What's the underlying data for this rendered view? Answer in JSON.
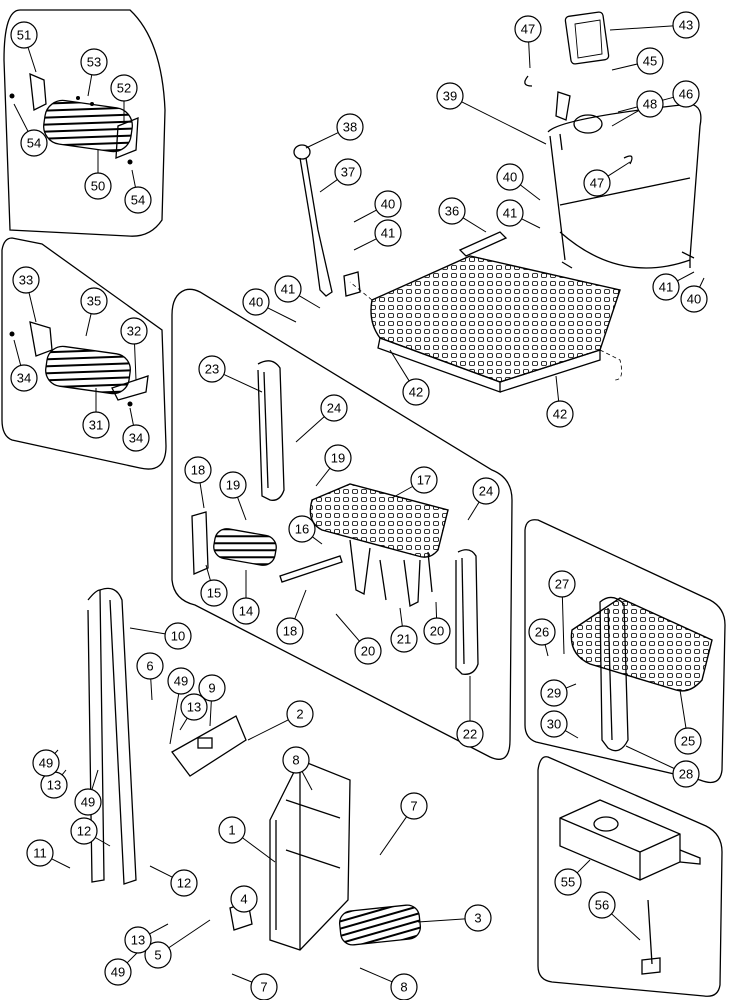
{
  "callouts": [
    {
      "id": "1",
      "label": "1"
    },
    {
      "id": "2",
      "label": "2"
    },
    {
      "id": "3",
      "label": "3"
    },
    {
      "id": "4",
      "label": "4"
    },
    {
      "id": "5",
      "label": "5"
    },
    {
      "id": "6",
      "label": "6"
    },
    {
      "id": "7a",
      "label": "7"
    },
    {
      "id": "7b",
      "label": "7"
    },
    {
      "id": "8a",
      "label": "8"
    },
    {
      "id": "8b",
      "label": "8"
    },
    {
      "id": "9",
      "label": "9"
    },
    {
      "id": "10",
      "label": "10"
    },
    {
      "id": "11",
      "label": "11"
    },
    {
      "id": "12a",
      "label": "12"
    },
    {
      "id": "12b",
      "label": "12"
    },
    {
      "id": "13a",
      "label": "13"
    },
    {
      "id": "13b",
      "label": "13"
    },
    {
      "id": "13c",
      "label": "13"
    },
    {
      "id": "14",
      "label": "14"
    },
    {
      "id": "15",
      "label": "15"
    },
    {
      "id": "16",
      "label": "16"
    },
    {
      "id": "17",
      "label": "17"
    },
    {
      "id": "18a",
      "label": "18"
    },
    {
      "id": "18b",
      "label": "18"
    },
    {
      "id": "19a",
      "label": "19"
    },
    {
      "id": "19b",
      "label": "19"
    },
    {
      "id": "20a",
      "label": "20"
    },
    {
      "id": "20b",
      "label": "20"
    },
    {
      "id": "21",
      "label": "21"
    },
    {
      "id": "22",
      "label": "22"
    },
    {
      "id": "23",
      "label": "23"
    },
    {
      "id": "24a",
      "label": "24"
    },
    {
      "id": "24b",
      "label": "24"
    },
    {
      "id": "25",
      "label": "25"
    },
    {
      "id": "26",
      "label": "26"
    },
    {
      "id": "27",
      "label": "27"
    },
    {
      "id": "28",
      "label": "28"
    },
    {
      "id": "29",
      "label": "29"
    },
    {
      "id": "30",
      "label": "30"
    },
    {
      "id": "31",
      "label": "31"
    },
    {
      "id": "32",
      "label": "32"
    },
    {
      "id": "33",
      "label": "33"
    },
    {
      "id": "34a",
      "label": "34"
    },
    {
      "id": "34b",
      "label": "34"
    },
    {
      "id": "35",
      "label": "35"
    },
    {
      "id": "36",
      "label": "36"
    },
    {
      "id": "37",
      "label": "37"
    },
    {
      "id": "38",
      "label": "38"
    },
    {
      "id": "39",
      "label": "39"
    },
    {
      "id": "40a",
      "label": "40"
    },
    {
      "id": "40b",
      "label": "40"
    },
    {
      "id": "40c",
      "label": "40"
    },
    {
      "id": "40d",
      "label": "40"
    },
    {
      "id": "41a",
      "label": "41"
    },
    {
      "id": "41b",
      "label": "41"
    },
    {
      "id": "41c",
      "label": "41"
    },
    {
      "id": "41d",
      "label": "41"
    },
    {
      "id": "42a",
      "label": "42"
    },
    {
      "id": "42b",
      "label": "42"
    },
    {
      "id": "43",
      "label": "43"
    },
    {
      "id": "45",
      "label": "45"
    },
    {
      "id": "46",
      "label": "46"
    },
    {
      "id": "47a",
      "label": "47"
    },
    {
      "id": "47b",
      "label": "47"
    },
    {
      "id": "48",
      "label": "48"
    },
    {
      "id": "49a",
      "label": "49"
    },
    {
      "id": "49b",
      "label": "49"
    },
    {
      "id": "49c",
      "label": "49"
    },
    {
      "id": "49d",
      "label": "49"
    },
    {
      "id": "50",
      "label": "50"
    },
    {
      "id": "51",
      "label": "51"
    },
    {
      "id": "52",
      "label": "52"
    },
    {
      "id": "53",
      "label": "53"
    },
    {
      "id": "54a",
      "label": "54"
    },
    {
      "id": "54b",
      "label": "54"
    },
    {
      "id": "55",
      "label": "55"
    },
    {
      "id": "56",
      "label": "56"
    }
  ],
  "colors": {
    "line": "#000000",
    "background": "#ffffff"
  }
}
